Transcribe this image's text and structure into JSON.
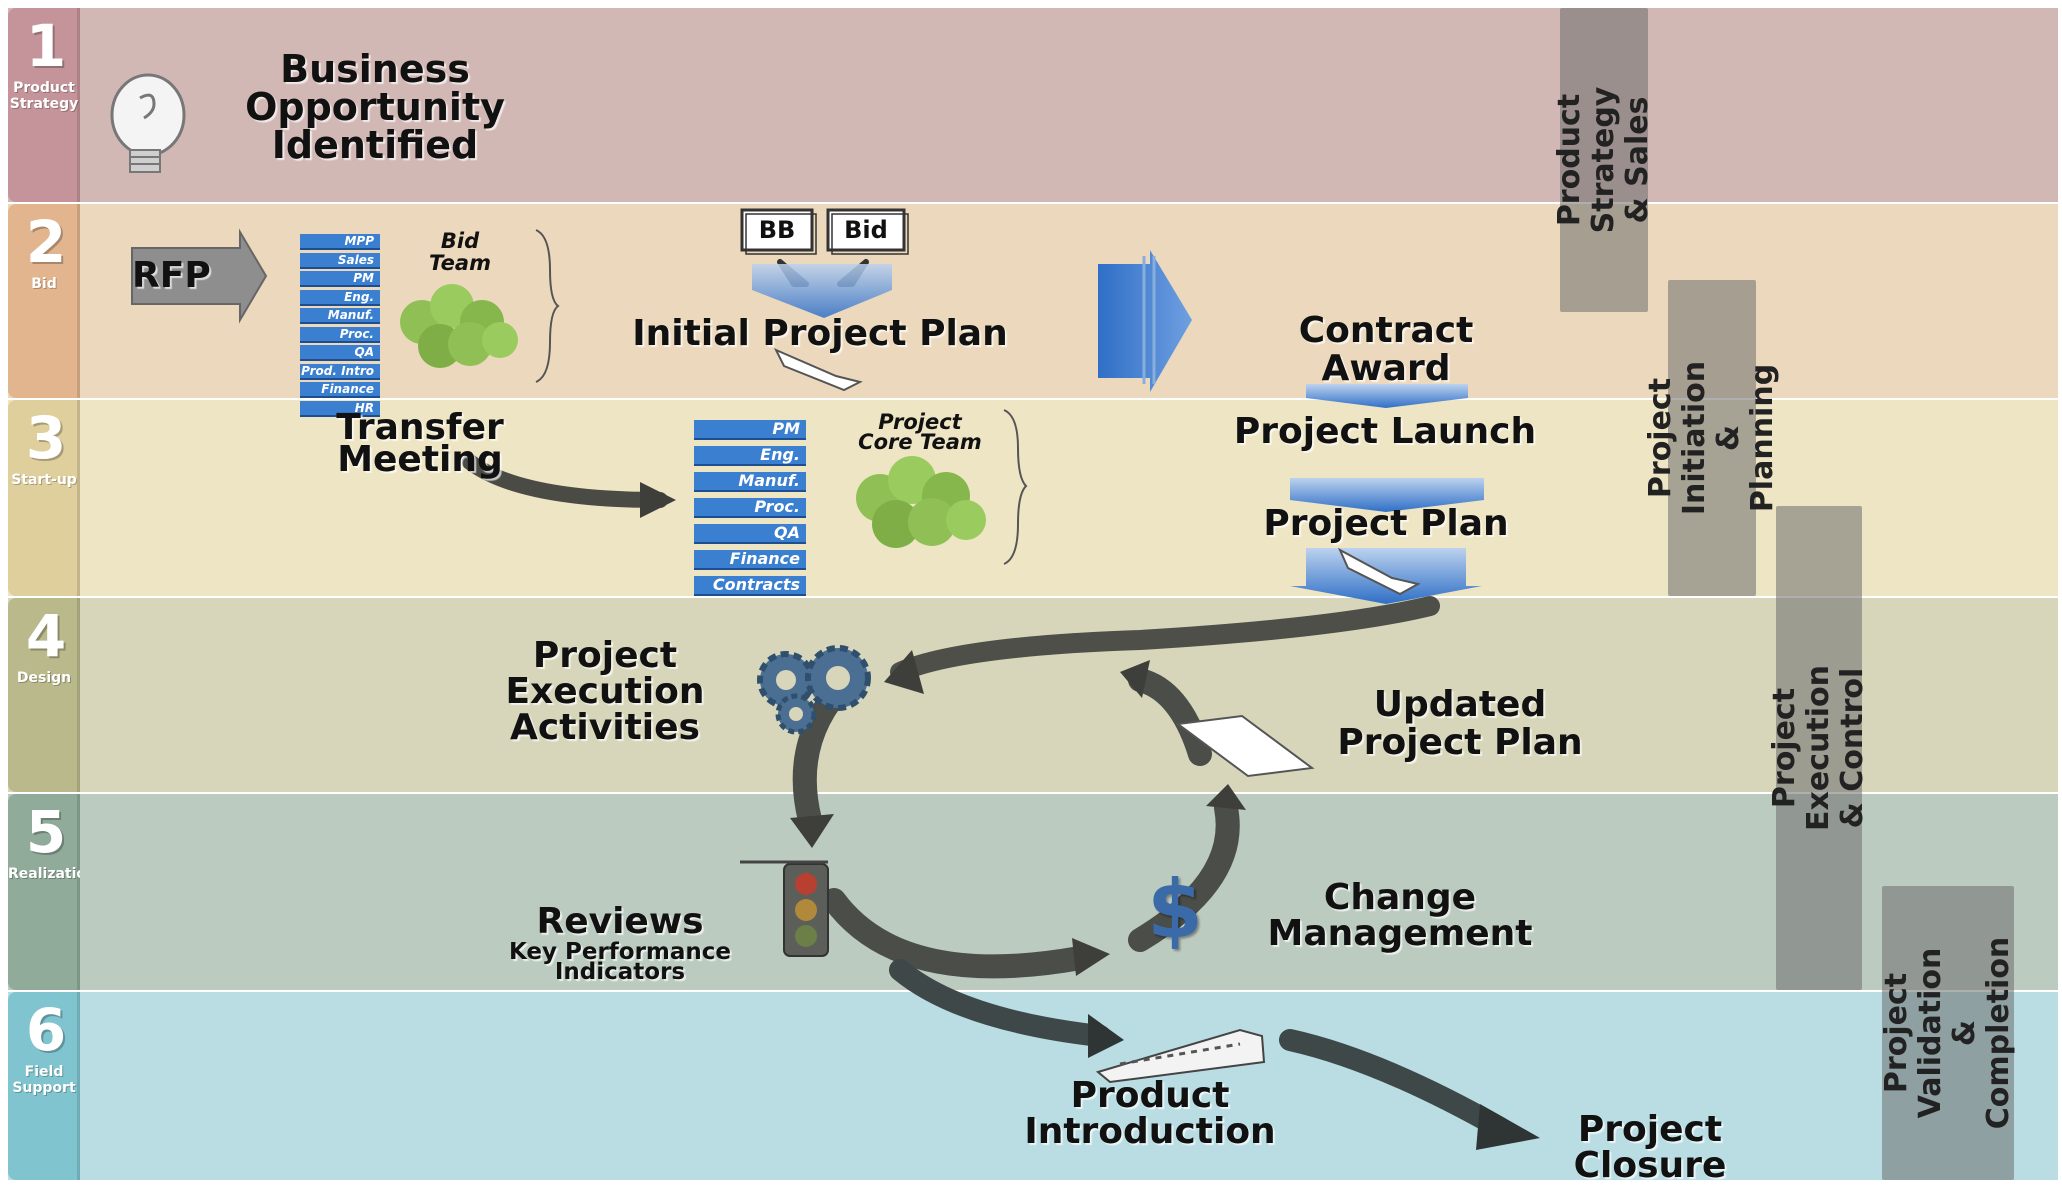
{
  "bands": [
    {
      "num": "1",
      "label": "Product\nStrategy",
      "color": "#d2b8b4",
      "tab_color": "#c4949a"
    },
    {
      "num": "2",
      "label": "Bid",
      "color": "#ecd9bd",
      "tab_color": "#e2b58f"
    },
    {
      "num": "3",
      "label": "Start-up",
      "color": "#eee5c4",
      "tab_color": "#dfcf9c"
    },
    {
      "num": "4",
      "label": "Design",
      "color": "#d7d6ba",
      "tab_color": "#b9b98c"
    },
    {
      "num": "5",
      "label": "Realization",
      "color": "#bccbc0",
      "tab_color": "#90ab9a"
    },
    {
      "num": "6",
      "label": "Field\nSupport",
      "color": "#b9dde3",
      "tab_color": "#7fc4cf"
    }
  ],
  "phases": [
    {
      "label": "Product Strategy\n& Sales"
    },
    {
      "label": "Project Initiation\n& Planning"
    },
    {
      "label": "Project Execution & Control"
    },
    {
      "label": "Project Validation\n& Completion"
    }
  ],
  "nodes": {
    "business_opportunity": "Business\nOpportunity\nIdentified",
    "rfp": "RFP",
    "bid_team": "Bid\nTeam",
    "bb_doc": "BB",
    "bid_doc": "Bid",
    "initial_project_plan": "Initial Project Plan",
    "contract_award": "Contract\nAward",
    "transfer_meeting": "Transfer\nMeeting",
    "project_core_team": "Project\nCore Team",
    "project_launch": "Project Launch",
    "project_plan": "Project Plan",
    "project_execution_activities": "Project\nExecution\nActivities",
    "updated_project_plan": "Updated\nProject Plan",
    "reviews": "Reviews",
    "kpi": "Key Performance\nIndicators",
    "change_management": "Change\nManagement",
    "dollar_sign": "$",
    "product_introduction": "Product\nIntroduction",
    "project_closure": "Project\nClosure"
  },
  "bid_roles": [
    "MPP",
    "Sales",
    "PM",
    "Eng.",
    "Manuf.",
    "Proc.",
    "QA",
    "Prod. Intro",
    "Finance",
    "HR"
  ],
  "core_roles": [
    "PM",
    "Eng.",
    "Manuf.",
    "Proc.",
    "QA",
    "Finance",
    "Contracts"
  ],
  "colors": {
    "role_blue": "#3a7fd0",
    "arrow_blue": "#3f7fd0",
    "arrow_dark": "#3a3f3f",
    "team_green": "#8fbf55"
  }
}
